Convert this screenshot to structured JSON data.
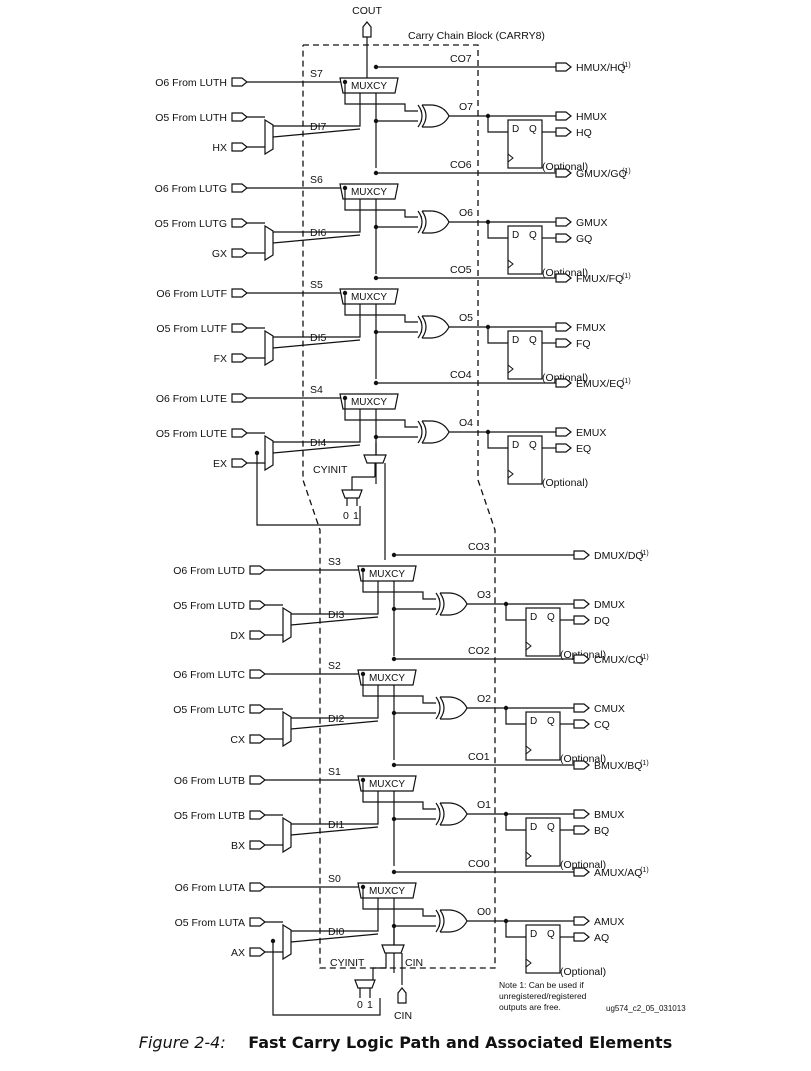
{
  "diagram": {
    "top_cout": "COUT",
    "bottom_cin": "CIN",
    "block_title": "Carry Chain Block (CARRY8)",
    "mux_label": "MUXCY",
    "cyinit_label": "CYINIT",
    "cyinit_top_cin": "CIN",
    "select_zero": "0",
    "select_one": "1",
    "ff_d": "D",
    "ff_q": "Q",
    "optional_label": "(Optional)",
    "superscript": "(1)",
    "note": [
      "Note 1: Can be used if",
      "unregistered/registered",
      "outputs are free."
    ],
    "figure_id": "ug574_c2_05_031013",
    "stages": [
      {
        "letter": "H",
        "o6": "O6 From LUTH",
        "o5": "O5 From LUTH",
        "x": "HX",
        "s": "S7",
        "di": "DI7",
        "co": "CO7",
        "o": "O7",
        "mux_out": "HMUX/HQ",
        "mux": "HMUX",
        "q": "HQ"
      },
      {
        "letter": "G",
        "o6": "O6 From LUTG",
        "o5": "O5 From LUTG",
        "x": "GX",
        "s": "S6",
        "di": "DI6",
        "co": "CO6",
        "o": "O6",
        "mux_out": "GMUX/GQ",
        "mux": "GMUX",
        "q": "GQ"
      },
      {
        "letter": "F",
        "o6": "O6 From LUTF",
        "o5": "O5 From LUTF",
        "x": "FX",
        "s": "S5",
        "di": "DI5",
        "co": "CO5",
        "o": "O5",
        "mux_out": "FMUX/FQ",
        "mux": "FMUX",
        "q": "FQ"
      },
      {
        "letter": "E",
        "o6": "O6 From LUTE",
        "o5": "O5 From LUTE",
        "x": "EX",
        "s": "S4",
        "di": "DI4",
        "co": "CO4",
        "o": "O4",
        "mux_out": "EMUX/EQ",
        "mux": "EMUX",
        "q": "EQ"
      },
      {
        "letter": "D",
        "o6": "O6 From LUTD",
        "o5": "O5 From LUTD",
        "x": "DX",
        "s": "S3",
        "di": "DI3",
        "co": "CO3",
        "o": "O3",
        "mux_out": "DMUX/DQ",
        "mux": "DMUX",
        "q": "DQ"
      },
      {
        "letter": "C",
        "o6": "O6 From LUTC",
        "o5": "O5 From LUTC",
        "x": "CX",
        "s": "S2",
        "di": "DI2",
        "co": "CO2",
        "o": "O2",
        "mux_out": "CMUX/CQ",
        "mux": "CMUX",
        "q": "CQ"
      },
      {
        "letter": "B",
        "o6": "O6 From LUTB",
        "o5": "O5 From LUTB",
        "x": "BX",
        "s": "S1",
        "di": "DI1",
        "co": "CO1",
        "o": "O1",
        "mux_out": "BMUX/BQ",
        "mux": "BMUX",
        "q": "BQ"
      },
      {
        "letter": "A",
        "o6": "O6 From LUTA",
        "o5": "O5 From LUTA",
        "x": "AX",
        "s": "S0",
        "di": "DI0",
        "co": "CO0",
        "o": "O0",
        "mux_out": "AMUX/AQ",
        "mux": "AMUX",
        "q": "AQ"
      }
    ]
  },
  "caption": {
    "number": "Figure 2-4:",
    "title": "Fast Carry Logic Path and Associated Elements"
  }
}
